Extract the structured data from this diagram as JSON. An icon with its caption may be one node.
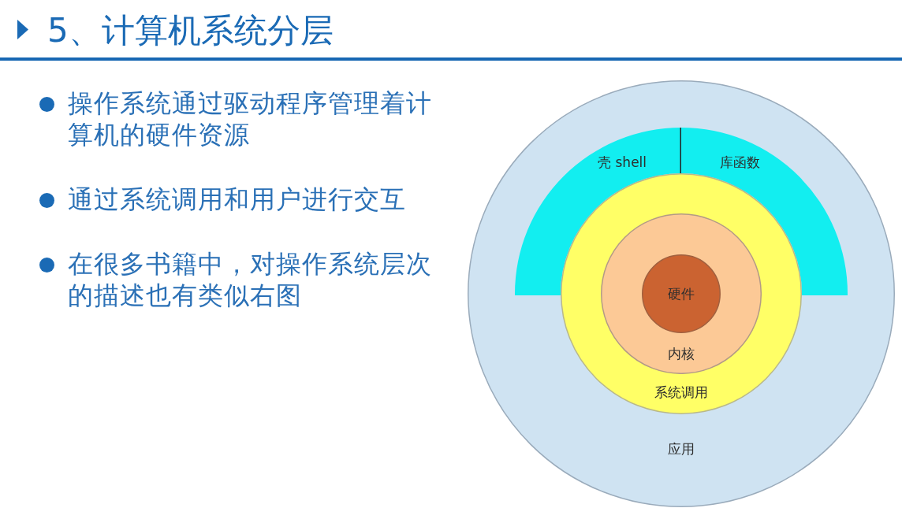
{
  "diagram": {
    "title": "5、计算机系统分层",
    "nodes": [
      {
        "text": [
          "应用"
        ]
      },
      {
        "text": [
          "壳 shell"
        ],
        "in": 0
      },
      {
        "text": [
          "库函数"
        ],
        "in": 0
      },
      {
        "text": [
          "系统调用"
        ],
        "in": 0
      },
      {
        "text": [
          "内核"
        ],
        "in": 3
      },
      {
        "text": [
          "硬件"
        ],
        "in": 4
      }
    ],
    "labels": [
      "操作系统通过驱动程序管理着计算机的硬件资源",
      "通过系统调用和用户进行交互",
      "在很多书籍中，对操作系统层次的描述也有类似右图"
    ]
  }
}
